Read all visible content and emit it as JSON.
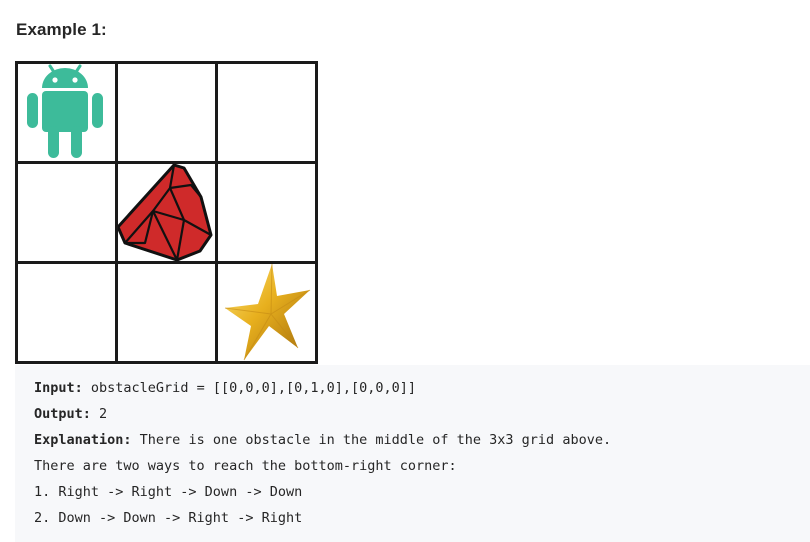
{
  "example": {
    "title": "Example 1:"
  },
  "grid": {
    "rows": 3,
    "cols": 3,
    "cells": [
      {
        "row": 0,
        "col": 0,
        "content": "android-robot"
      },
      {
        "row": 1,
        "col": 1,
        "content": "ruby-obstacle"
      },
      {
        "row": 2,
        "col": 2,
        "content": "gold-star"
      }
    ],
    "colors": {
      "robot": "#3dbb9a",
      "ruby": "#d22b2b",
      "star": "#e8b01e",
      "grid_line": "#1a1a1a"
    }
  },
  "code": {
    "input_label": "Input:",
    "input_value": " obstacleGrid = [[0,0,0],[0,1,0],[0,0,0]]",
    "output_label": "Output:",
    "output_value": " 2",
    "explanation_label": "Explanation:",
    "explanation_value": " There is one obstacle in the middle of the 3x3 grid above.",
    "line4": "There are two ways to reach the bottom-right corner:",
    "line5": "1. Right -> Right -> Down -> Down",
    "line6": "2. Down -> Down -> Right -> Right"
  }
}
